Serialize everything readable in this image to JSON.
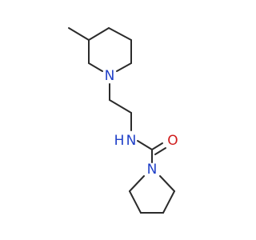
{
  "molecule": {
    "atoms": {
      "ring_n_piperidine": "N",
      "amide_nh": "N",
      "amide_h": "H",
      "carbonyl_o": "O",
      "ring_n_pyrrolidine": "N"
    },
    "colors": {
      "bond": "#2b2b2b",
      "nitrogen": "#2040c8",
      "oxygen": "#d01c1c"
    }
  }
}
